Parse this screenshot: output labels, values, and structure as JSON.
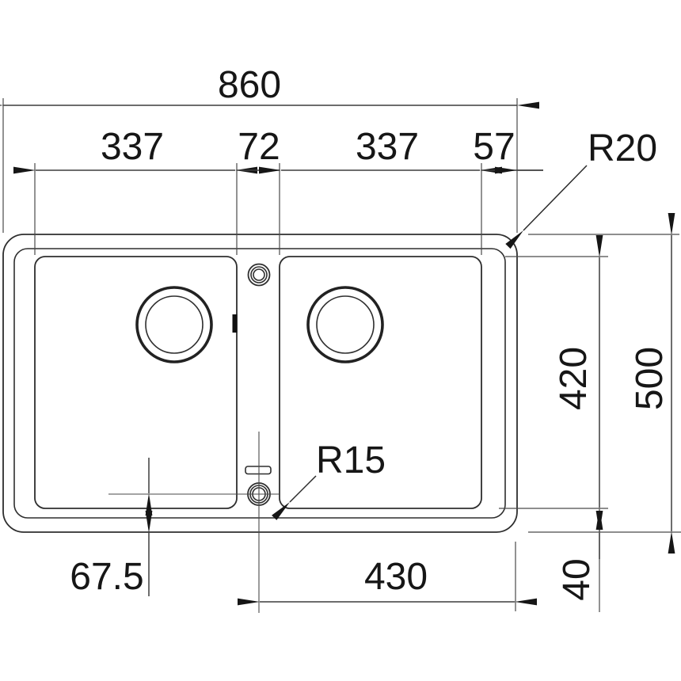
{
  "drawing": {
    "type": "sink-technical-drawing",
    "labels": {
      "overall_width": "860",
      "left_bowl_width": "337",
      "center_gap": "72",
      "right_bowl_width": "337",
      "edge_offset": "57",
      "outer_corner_radius": "R20",
      "bowl_depth": "420",
      "overall_depth": "500",
      "bowl_corner_radius": "R15",
      "drain_to_edge": "67.5",
      "drain_span": "430",
      "bottom_margin": "40"
    },
    "colors": {
      "background": "#ffffff",
      "line": "#2e2e2e",
      "dimension_line": "#3d3d3d",
      "text": "#161616"
    }
  }
}
